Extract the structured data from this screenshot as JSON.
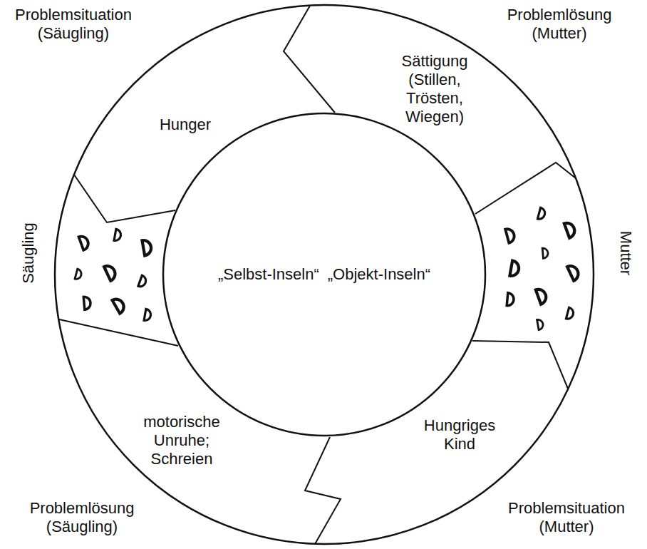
{
  "diagram": {
    "nodes": [
      {
        "text": [
          "Hunger"
        ]
      },
      {
        "text": [
          "Sättigung (Stillen, Trösten, Wiegen)"
        ]
      },
      {
        "text": [
          "„Selbst-Inseln“",
          "„Objekt-Inseln“"
        ]
      },
      {
        "text": [
          "motorische Unruhe; Schreien"
        ]
      },
      {
        "text": [
          "Hungriges Kind"
        ]
      }
    ],
    "labels": [
      "Problemsituation (Säugling)",
      "Problemlösung (Mutter)",
      "Säugling",
      "Mutter",
      "Problemlösung (Säugling)",
      "Problemsituation (Mutter)"
    ]
  }
}
